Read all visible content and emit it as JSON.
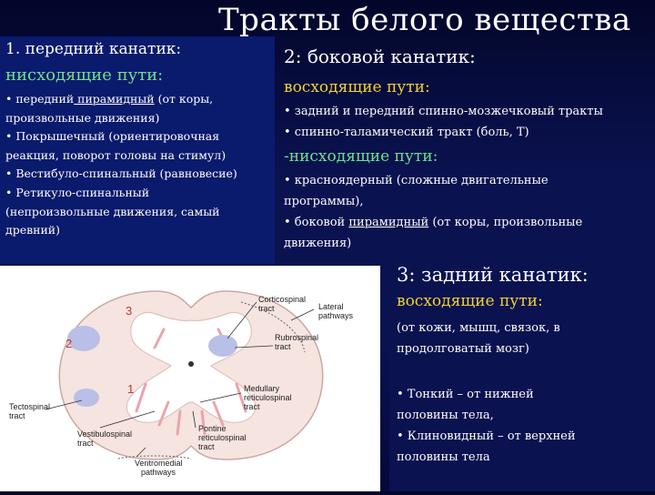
{
  "title": "Тракты белого вещества",
  "left": {
    "heading1": "1. передний канатик:",
    "heading2": "нисходящие пути:",
    "item1_pre": "• передний",
    "item1_u": " пирамидный",
    "item1_post": " (от коры,",
    "item1_line2": "произвольные движения)",
    "item2_line1": "• Покрышечный (ориентировочная",
    "item2_line2": "реакция, поворот головы на стимул)",
    "item3": "• Вестибуло-спинальный (равновесие)",
    "item4_line1": "• Ретикуло-спинальный",
    "item4_line2": "(непроизвольные движения, самый",
    "item4_line3": "древний)"
  },
  "right": {
    "heading": "2: боковой канатик:",
    "asc_heading": "восходящие пути:",
    "asc_item1": "• задний и передний спинно-мозжечковый тракты",
    "asc_item2": "• спинно-таламический тракт (боль, Т)",
    "desc_heading": "-нисходящие пути:",
    "desc_item1_line1": "• красноядерный (сложные двигательные",
    "desc_item1_line2": "программы),",
    "desc_item2_pre": "• боковой ",
    "desc_item2_u": "пирамидный",
    "desc_item2_post": " (от коры, произвольные",
    "desc_item2_line2": "движения)"
  },
  "posterior": {
    "heading": "3: задний канатик:",
    "asc_heading": "восходящие пути:",
    "desc_line1": "(от кожи, мышц, связок, в",
    "desc_line2": "продолговатый мозг)",
    "item1_line1": "• Тонкий – от нижней",
    "item1_line2": "половины тела,",
    "item2_line1": "• Клиновидный – от верхней",
    "item2_line2": "половины тела"
  },
  "diagram": {
    "num3": "3",
    "num2": "2",
    "num1": "1",
    "corticospinal_1": "Corticospinal",
    "corticospinal_2": "tract",
    "lateral_1": "Lateral",
    "lateral_2": "pathways",
    "rubrospinal_1": "Rubrospinal",
    "rubrospinal_2": "tract",
    "medullary_1": "Medullary",
    "medullary_2": "reticulospinal",
    "medullary_3": "tract",
    "tectospinal_1": "Tectospinal",
    "tectospinal_2": "tract",
    "vestibulospinal_1": "Vestibulospinal",
    "vestibulospinal_2": "tract",
    "pontine_1": "Pontine",
    "pontine_2": "reticulospinal",
    "pontine_3": "tract",
    "ventromedial_1": "Ventromedial",
    "ventromedial_2": "pathways"
  },
  "colors": {
    "heading_yellow": "#f2d233",
    "heading_green": "#6fe08c",
    "background": "#0a1250",
    "tract_pink": "#e9a5ad",
    "tract_lavender": "#b9bfe6"
  }
}
